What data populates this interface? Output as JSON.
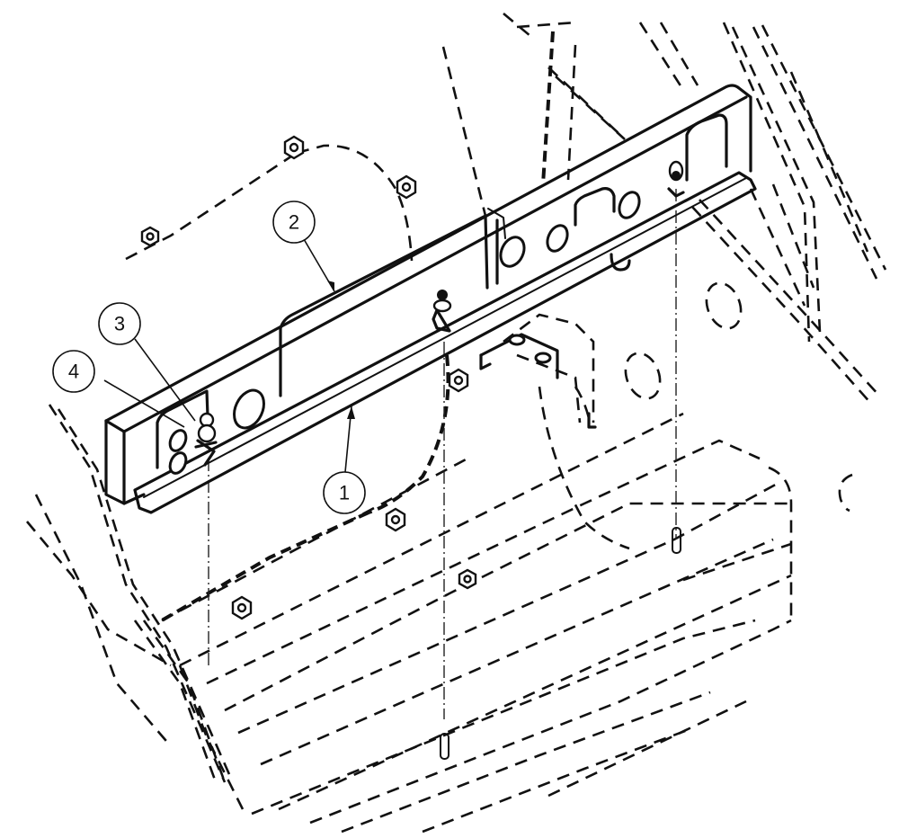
{
  "diagram": {
    "type": "exploded-view parts drawing",
    "subject": "mounting rail / bracket assembly with fasteners",
    "line_color": "#111111",
    "background": "#ffffff",
    "callouts": [
      {
        "id": "1",
        "label": "1",
        "target": "lower angle rail (bottom flange of bracket)"
      },
      {
        "id": "2",
        "label": "2",
        "target": "upper channel rail (front plate of bracket)"
      },
      {
        "id": "3",
        "label": "3",
        "target": "bolt / screw at left end of bracket"
      },
      {
        "id": "4",
        "label": "4",
        "target": "washer / nut at left end of bracket"
      }
    ],
    "legend": {
      "solid_lines": "visible parts",
      "dashed_lines": "hidden / surrounding structure",
      "dash_dot_lines": "assembly centerlines"
    }
  }
}
